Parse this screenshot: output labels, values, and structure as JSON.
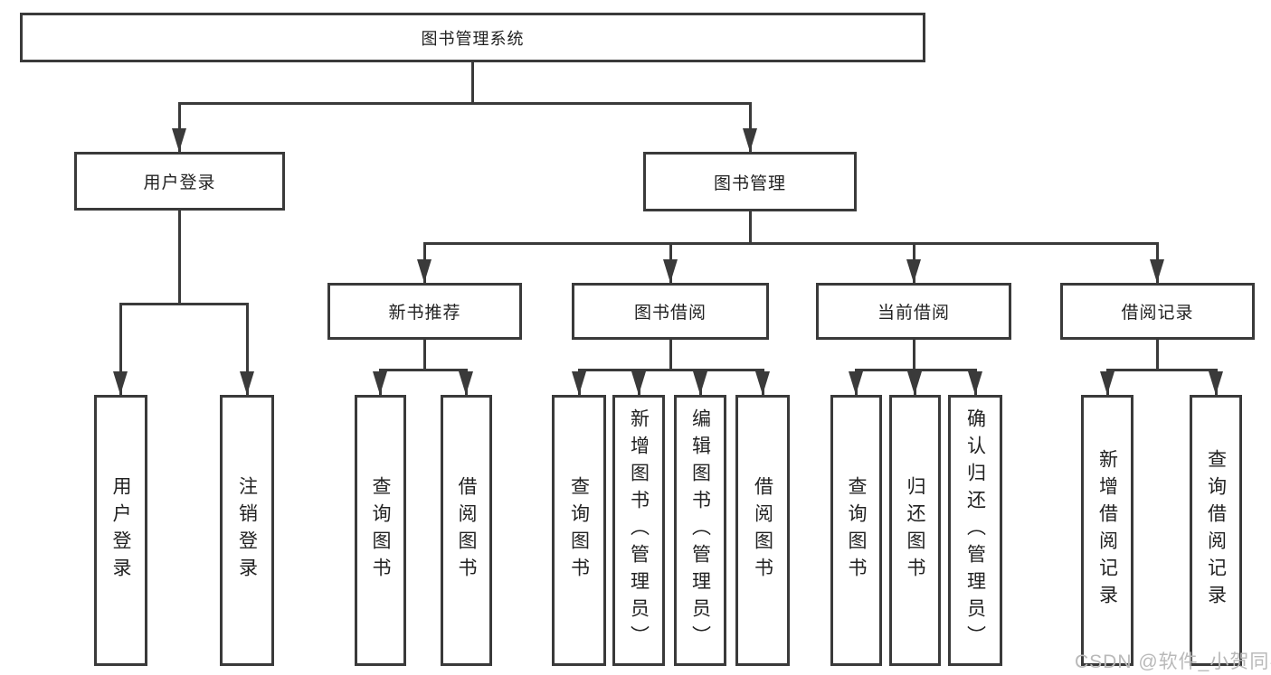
{
  "diagram": {
    "root": {
      "label": "图书管理系统"
    },
    "level2": [
      {
        "label": "用户登录"
      },
      {
        "label": "图书管理"
      }
    ],
    "level3": [
      {
        "label": "新书推荐"
      },
      {
        "label": "图书借阅"
      },
      {
        "label": "当前借阅"
      },
      {
        "label": "借阅记录"
      }
    ],
    "leaves": [
      {
        "label": "用户登录"
      },
      {
        "label": "注销登录"
      },
      {
        "label": "查询图书"
      },
      {
        "label": "借阅图书"
      },
      {
        "label": "查询图书"
      },
      {
        "label": "新增图书（管理员）"
      },
      {
        "label": "编辑图书（管理员）"
      },
      {
        "label": "借阅图书"
      },
      {
        "label": "查询图书"
      },
      {
        "label": "归还图书"
      },
      {
        "label": "确认归还（管理员）"
      },
      {
        "label": "新增借阅记录"
      },
      {
        "label": "查询借阅记录"
      }
    ]
  },
  "watermark": {
    "text": "CSDN @软件_小贺同学"
  },
  "colors": {
    "line": "#3a3a3a",
    "text": "#222222",
    "bg": "#ffffff",
    "watermark": "#b9b9b9"
  }
}
